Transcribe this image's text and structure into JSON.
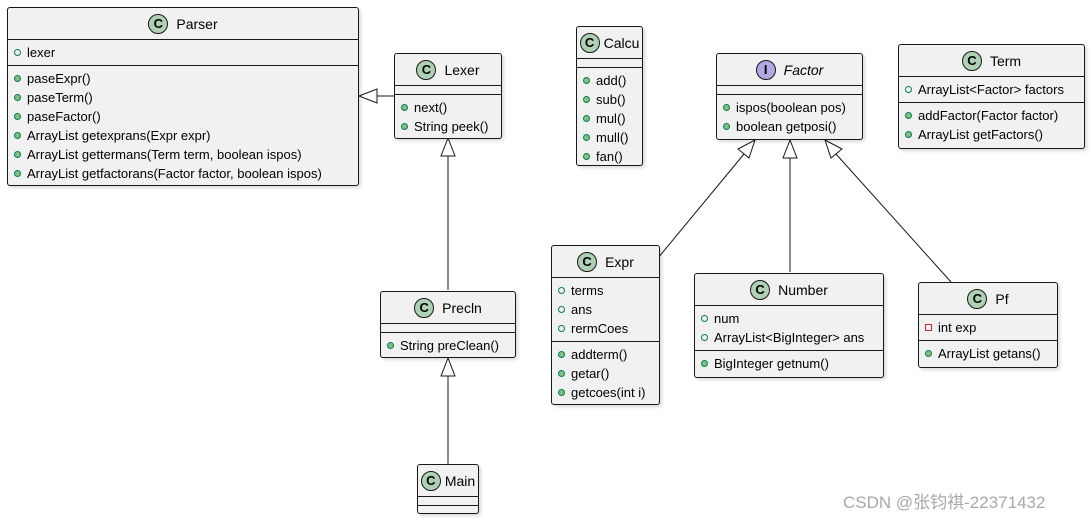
{
  "classes": {
    "parser": {
      "name": "Parser",
      "kind": "C",
      "fields": [
        "lexer"
      ],
      "methods": [
        "paseExpr()",
        "paseTerm()",
        "paseFactor()",
        "ArrayList getexprans(Expr expr)",
        "ArrayList gettermans(Term term, boolean ispos)",
        "ArrayList getfactorans(Factor factor, boolean ispos)"
      ]
    },
    "lexer": {
      "name": "Lexer",
      "kind": "C",
      "fields": [],
      "methods": [
        "next()",
        "String peek()"
      ]
    },
    "calcu": {
      "name": "Calcu",
      "kind": "C",
      "fields": [],
      "methods": [
        "add()",
        "sub()",
        "mul()",
        "mull()",
        "fan()"
      ]
    },
    "factor": {
      "name": "Factor",
      "kind": "I",
      "fields": [],
      "methods": [
        "ispos(boolean pos)",
        "boolean getposi()"
      ]
    },
    "term": {
      "name": "Term",
      "kind": "C",
      "fields": [
        "ArrayList<Factor> factors"
      ],
      "methods": [
        "addFactor(Factor factor)",
        "ArrayList getFactors()"
      ]
    },
    "precln": {
      "name": "Precln",
      "kind": "C",
      "fields": [],
      "methods": [
        "String preClean()"
      ]
    },
    "main": {
      "name": "Main",
      "kind": "C",
      "fields": [],
      "methods": []
    },
    "expr": {
      "name": "Expr",
      "kind": "C",
      "fields": [
        "terms",
        "ans",
        "rermCoes"
      ],
      "methods": [
        "addterm()",
        "getar()",
        "getcoes(int i)"
      ]
    },
    "number": {
      "name": "Number",
      "kind": "C",
      "fields": [
        "num",
        "ArrayList<BigInteger> ans"
      ],
      "methods": [
        "BigInteger getnum()"
      ]
    },
    "pf": {
      "name": "Pf",
      "kind": "C",
      "fields": [
        "int exp"
      ],
      "methods": [
        "ArrayList getans()"
      ]
    }
  },
  "watermark": "CSDN @张钧祺-22371432"
}
